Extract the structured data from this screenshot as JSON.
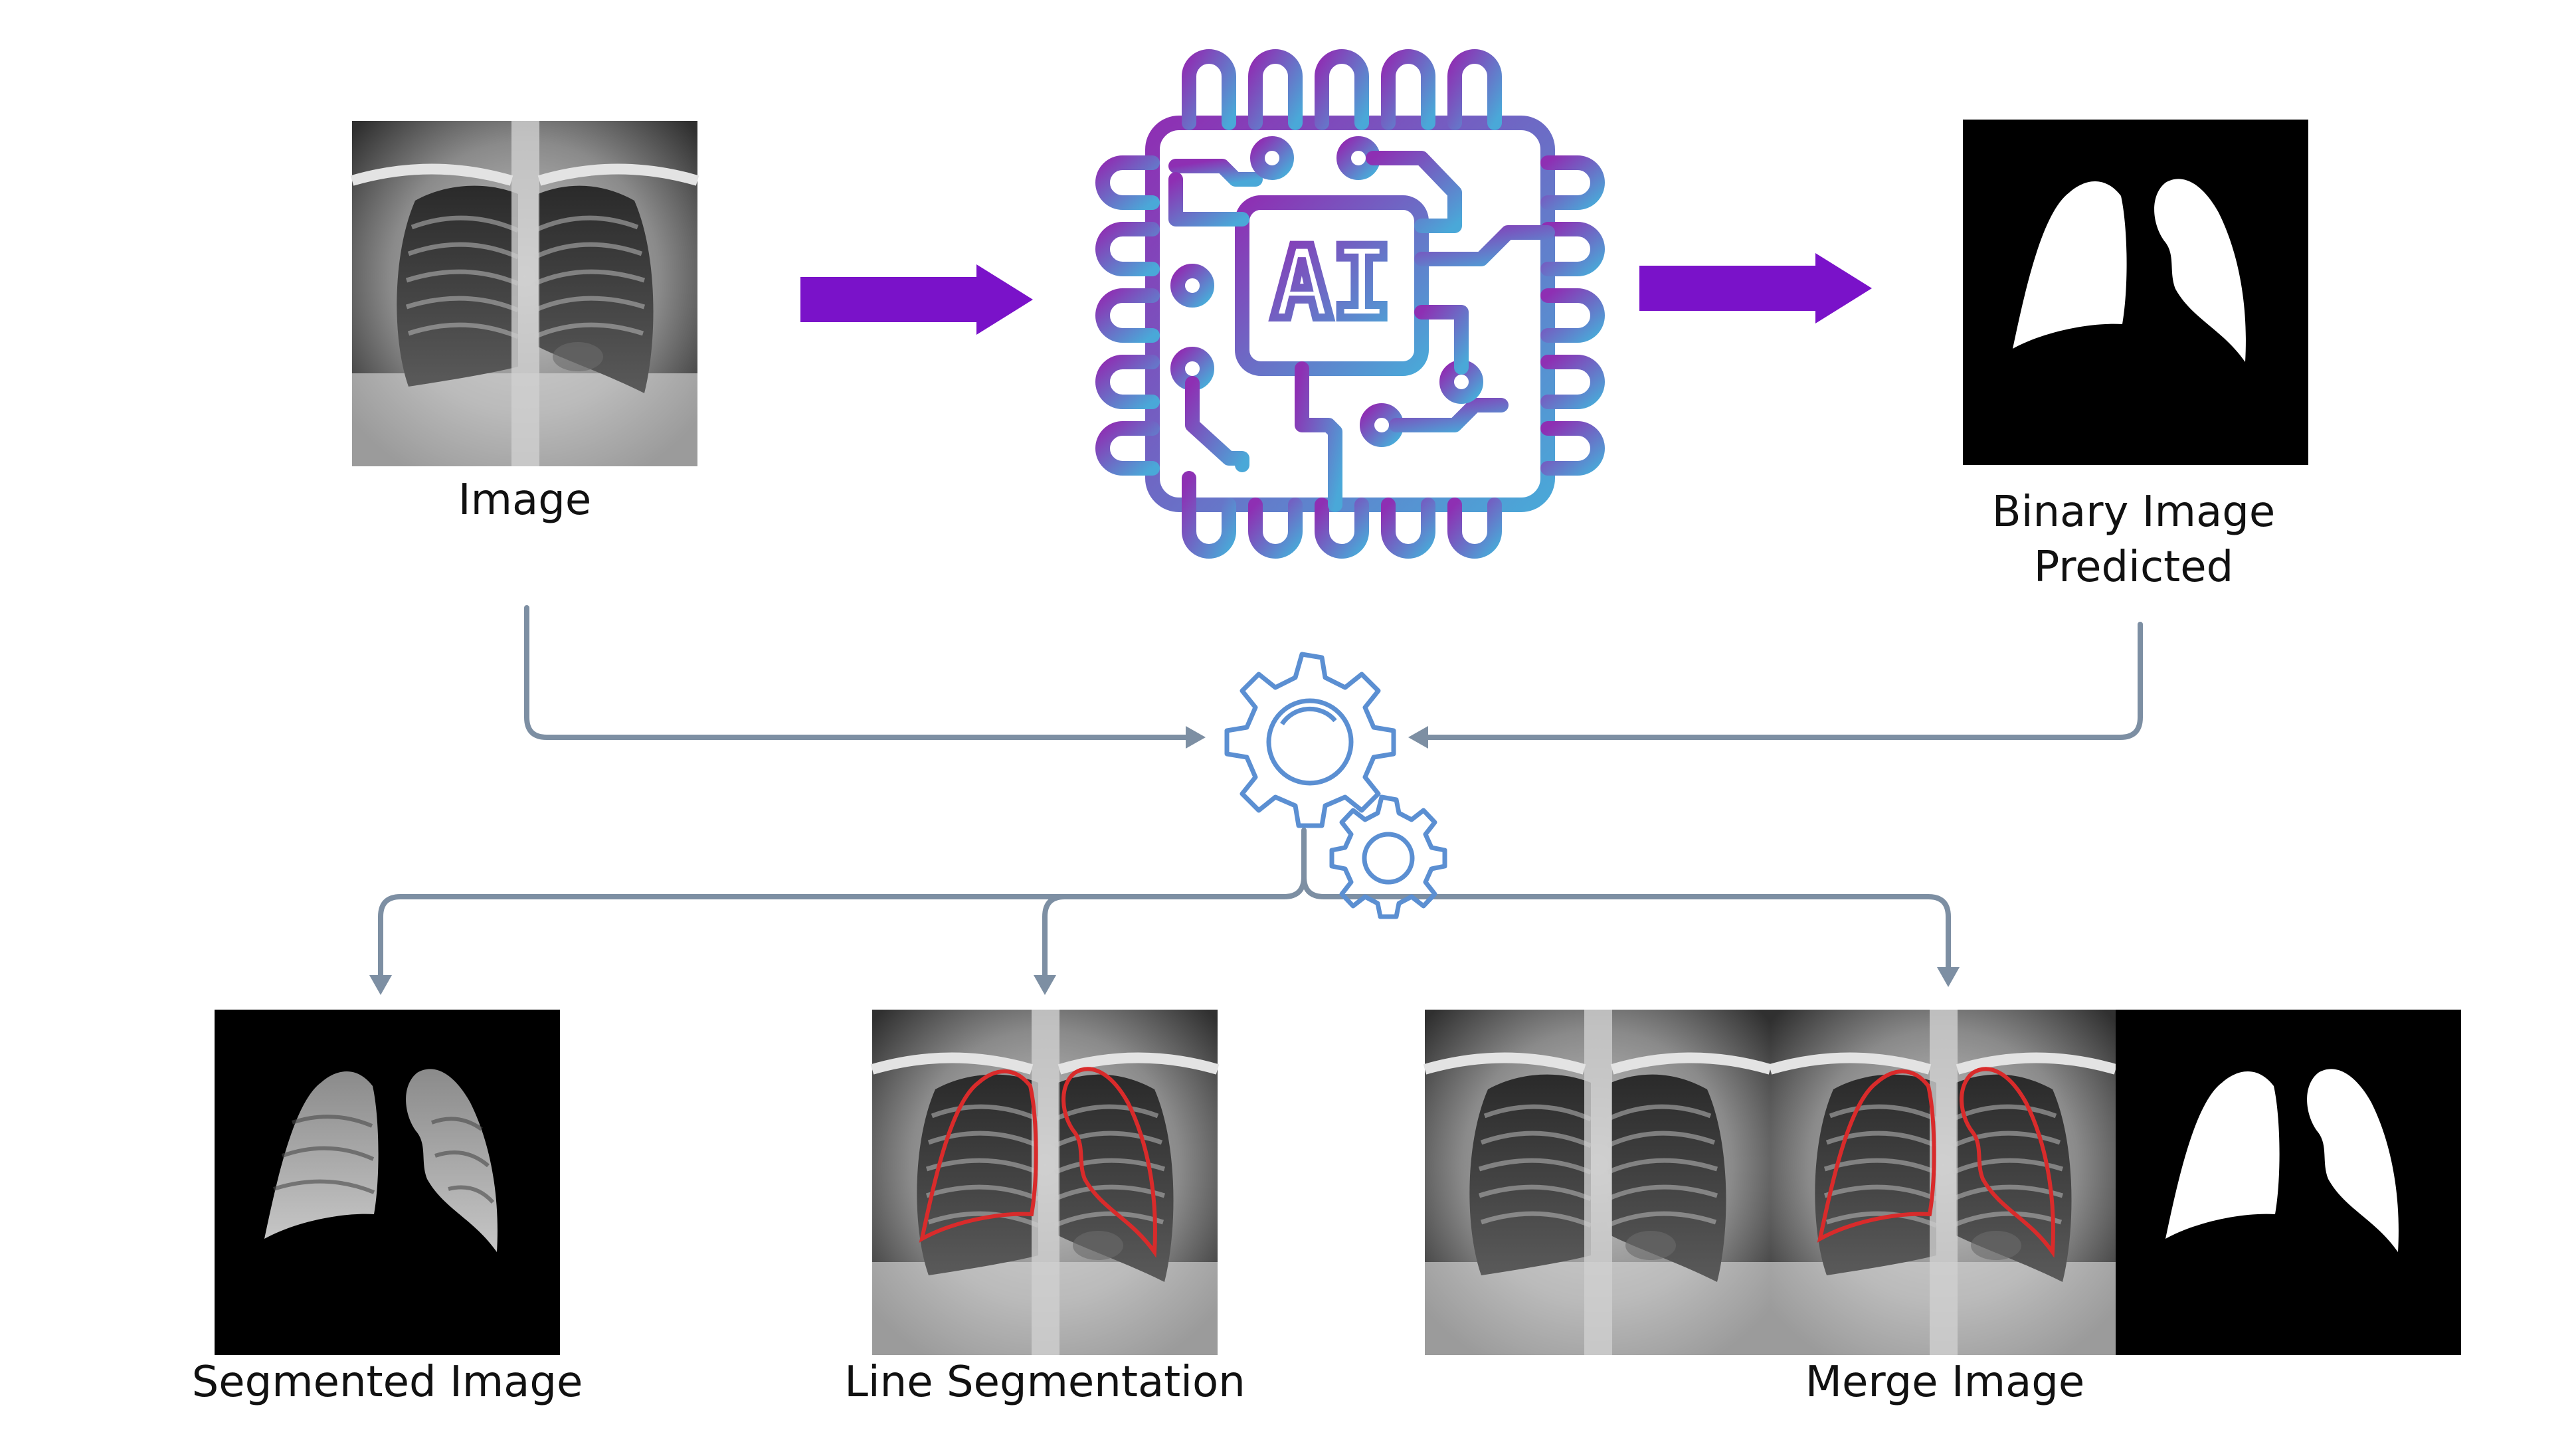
{
  "diagram": {
    "input": {
      "label": "Image"
    },
    "model": {
      "chip_text": "AI"
    },
    "prediction": {
      "label_line1": "Binary Image",
      "label_line2": "Predicted"
    },
    "outputs": {
      "segmented": {
        "label": "Segmented Image"
      },
      "line": {
        "label": "Line Segmentation"
      },
      "merge": {
        "label": "Merge Image"
      }
    }
  },
  "colors": {
    "arrow_purple": "#7a12c9",
    "connector": "#7d8fa3",
    "gear": "#5b8fd2",
    "chip_gradient_start": "#8e2fb3",
    "chip_gradient_end": "#4aa8d8",
    "contour": "#d92b2b"
  },
  "icons": [
    "ai-chip-icon",
    "gears-icon"
  ]
}
